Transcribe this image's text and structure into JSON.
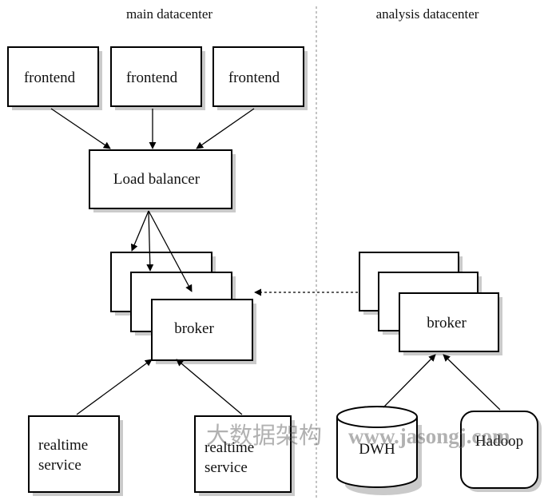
{
  "sections": {
    "main": "main datacenter",
    "analysis": "analysis datacenter"
  },
  "nodes": {
    "frontend_1": "frontend",
    "frontend_2": "frontend",
    "frontend_3": "frontend",
    "load_balancer": "Load balancer",
    "broker_main": "broker",
    "broker_analysis": "broker",
    "realtime_1_line1": "realtime",
    "realtime_1_line2": "service",
    "realtime_2_line1": "realtime",
    "realtime_2_line2": "service",
    "dwh": "DWH",
    "hadoop": "Hadoop"
  },
  "watermark": {
    "cn": "大数据架构",
    "url": "www.jasongj.com"
  }
}
